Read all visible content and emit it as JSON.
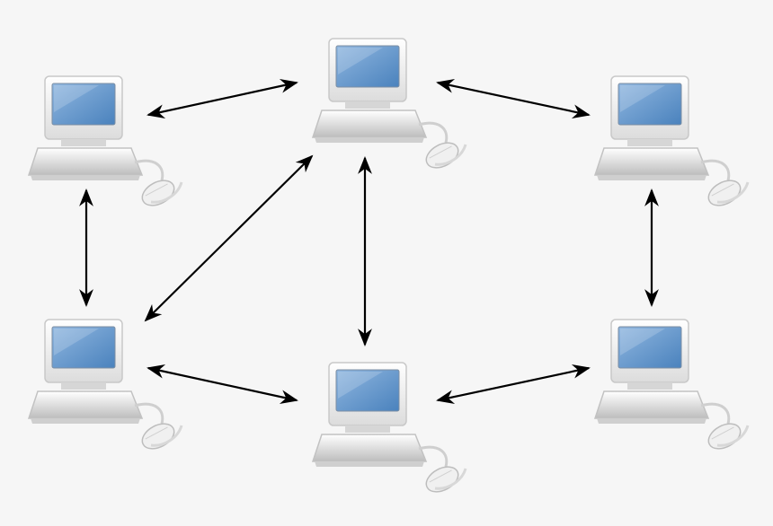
{
  "diagram": {
    "type": "network",
    "background": "#f6f6f6",
    "node_icon": "desktop-computer-icon",
    "colors": {
      "screen": "#4a82bd",
      "screen_highlight": "#8fb6df",
      "bezel": "#dcdcdc",
      "case_light": "#ffffff",
      "case_shadow": "#bdbdbd",
      "arrow": "#000000"
    },
    "nodes": [
      {
        "id": "top-left",
        "icon": "desktop-computer-icon"
      },
      {
        "id": "top-center",
        "icon": "desktop-computer-icon"
      },
      {
        "id": "top-right",
        "icon": "desktop-computer-icon"
      },
      {
        "id": "bottom-left",
        "icon": "desktop-computer-icon"
      },
      {
        "id": "bottom-center",
        "icon": "desktop-computer-icon"
      },
      {
        "id": "bottom-right",
        "icon": "desktop-computer-icon"
      }
    ],
    "edges": [
      {
        "from": "top-left",
        "to": "top-center",
        "direction": "bidirectional"
      },
      {
        "from": "top-center",
        "to": "top-right",
        "direction": "bidirectional"
      },
      {
        "from": "top-left",
        "to": "bottom-left",
        "direction": "bidirectional"
      },
      {
        "from": "top-center",
        "to": "bottom-left",
        "direction": "bidirectional"
      },
      {
        "from": "top-center",
        "to": "bottom-center",
        "direction": "bidirectional"
      },
      {
        "from": "top-right",
        "to": "bottom-right",
        "direction": "bidirectional"
      },
      {
        "from": "bottom-left",
        "to": "bottom-center",
        "direction": "bidirectional"
      },
      {
        "from": "bottom-center",
        "to": "bottom-right",
        "direction": "bidirectional"
      }
    ]
  }
}
